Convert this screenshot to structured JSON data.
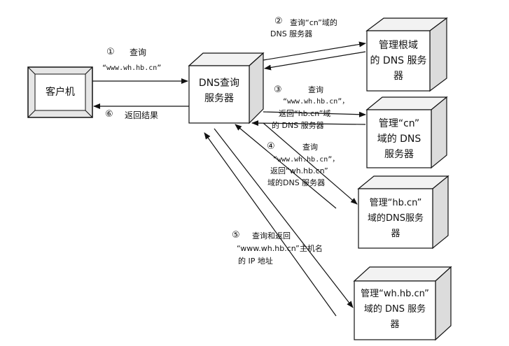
{
  "nodes": {
    "client": "客户机",
    "dns_query_server": [
      "DNS查询",
      "服务器"
    ],
    "root_server": [
      "管理根域",
      "的 DNS 服务",
      "器"
    ],
    "cn_server": [
      "管理“cn”",
      "域的 DNS",
      "服务器"
    ],
    "hbcn_server": [
      "管理“hb.cn”",
      "域的DNS服务",
      "器"
    ],
    "whhbcn_server": [
      "管理“wh.hb.cn”",
      "域的 DNS 服务",
      "器"
    ]
  },
  "steps": {
    "s1": {
      "num": "①",
      "line1": "查询",
      "line2": "“www.wh.hb.cn”"
    },
    "s2": {
      "num": "②",
      "line1": "查询“cn”域的",
      "line2": "DNS 服务器"
    },
    "s3": {
      "num": "③",
      "line1": "查询",
      "line2": "“www.wh.hb.cn”，",
      "line3": "返回“hb.cn”域",
      "line4": "的 DNS 服务器"
    },
    "s4": {
      "num": "④",
      "line1": "查询",
      "line2": "“www.wh.hb.cn”，",
      "line3": "返回“wh.hb.cn”",
      "line4": "域的DNS 服务器"
    },
    "s5": {
      "num": "⑤",
      "line1": "查询和返回",
      "line2": "“www.wh.hb.cn”主机名",
      "line3": "的 IP 地址"
    },
    "s6": {
      "num": "⑥",
      "line1": "返回结果"
    }
  }
}
